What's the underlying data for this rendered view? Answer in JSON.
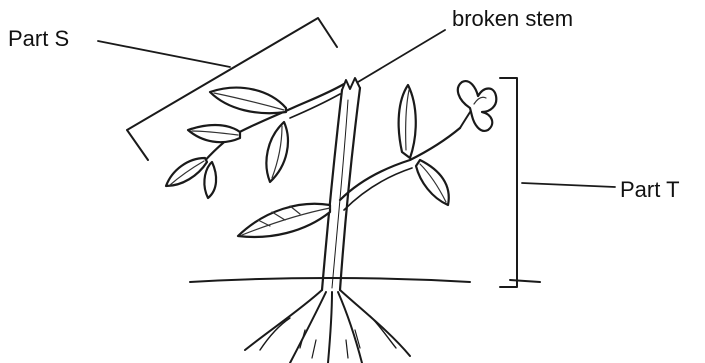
{
  "figure": {
    "labels": {
      "part_s": "Part S",
      "broken_stem": "broken stem",
      "part_t": "Part T"
    },
    "subject": "plant with broken stem, leaves, flower bud and roots",
    "ink_color": "#1a1a1a",
    "background": "#ffffff"
  }
}
